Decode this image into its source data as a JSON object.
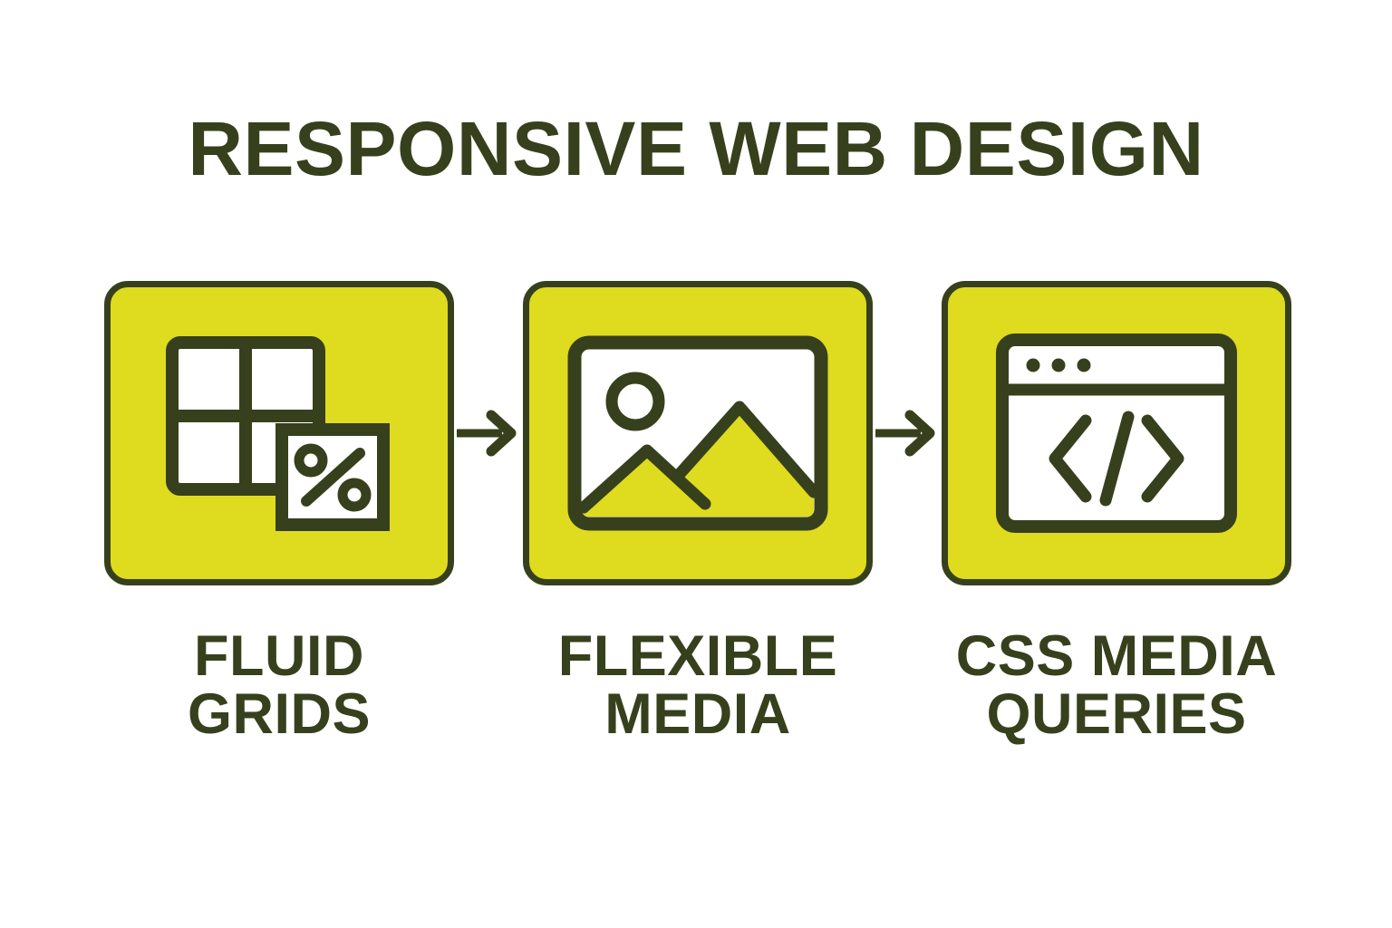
{
  "page": {
    "title": "RESPONSIVE WEB DESIGN",
    "background_color": "#FFFFFF",
    "accent_color": "#DFDB1E",
    "ink_color": "#37401C"
  },
  "steps": [
    {
      "icon": "fluid-grid-percent-icon",
      "label_line1": "FLUID",
      "label_line2": "GRIDS"
    },
    {
      "icon": "image-picture-icon",
      "label_line1": "FLEXIBLE",
      "label_line2": "MEDIA"
    },
    {
      "icon": "browser-code-window-icon",
      "label_line1": "CSS MEDIA",
      "label_line2": "QUERIES"
    }
  ],
  "connectors": [
    {
      "icon": "arrow-right-icon"
    },
    {
      "icon": "arrow-right-icon"
    }
  ]
}
